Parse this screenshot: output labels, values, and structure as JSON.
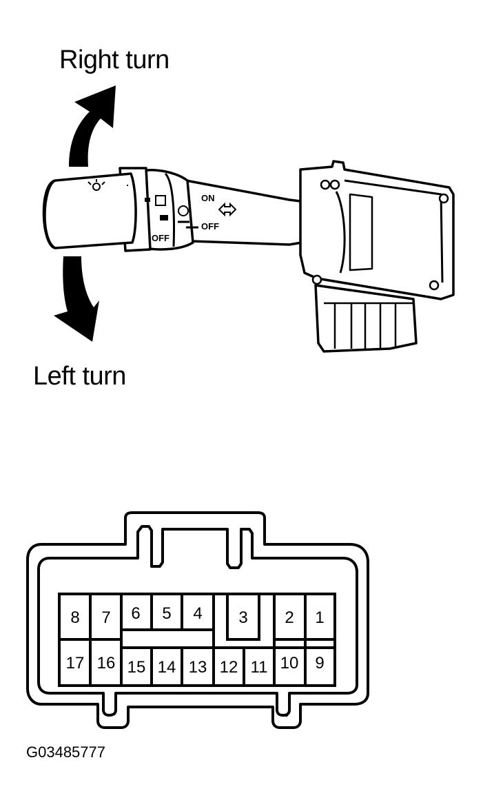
{
  "labels": {
    "right_turn": "Right turn",
    "left_turn": "Left turn",
    "figure_id": "G03485777"
  },
  "switch_markings": {
    "on": "ON",
    "off": "OFF",
    "off_lower": "OFF"
  },
  "connector": {
    "pins_top": [
      "8",
      "7",
      "6",
      "5",
      "4",
      "3",
      "2",
      "1"
    ],
    "pins_bottom": [
      "17",
      "16",
      "15",
      "14",
      "13",
      "12",
      "11",
      "10",
      "9"
    ]
  }
}
